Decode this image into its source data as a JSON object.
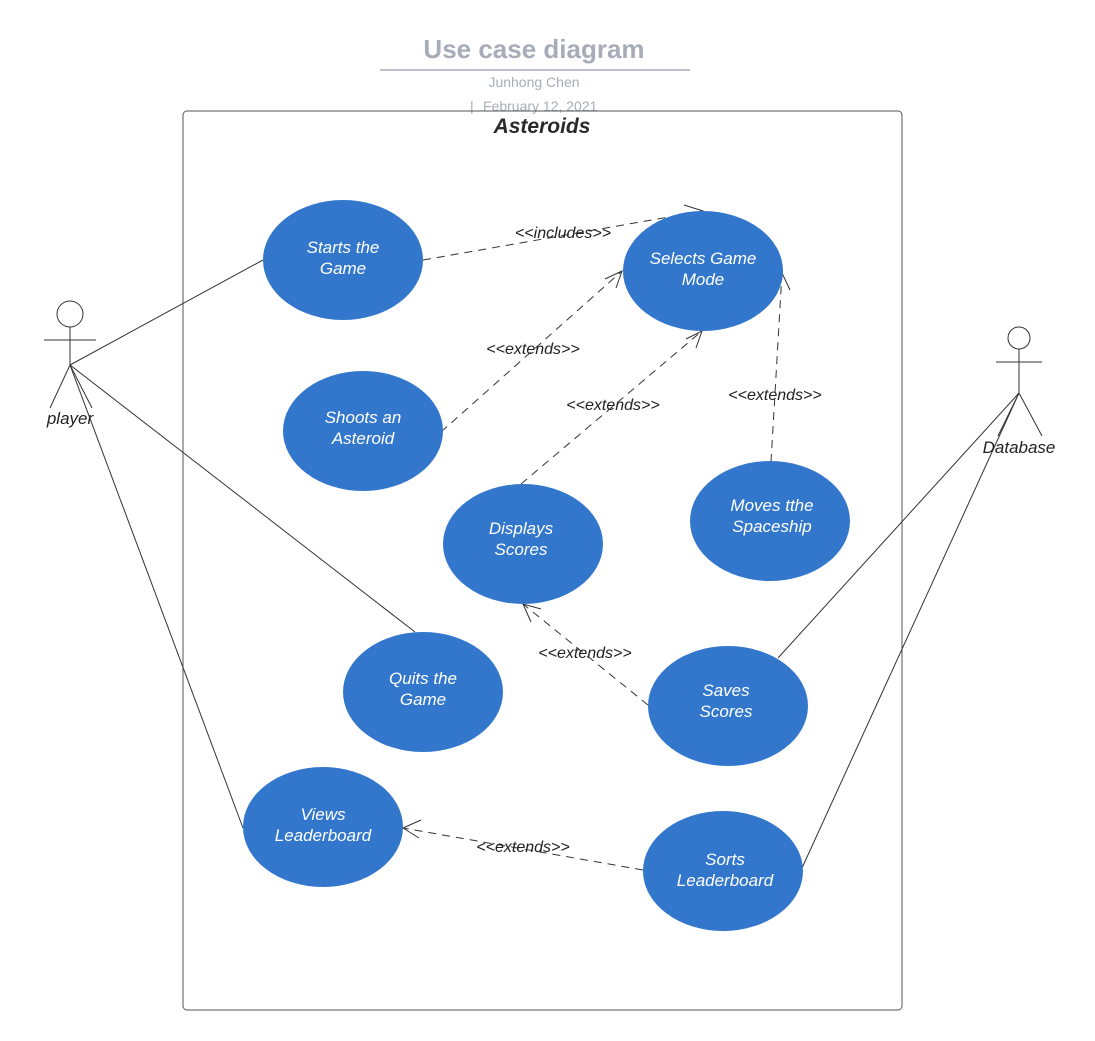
{
  "header": {
    "title": "Use case diagram",
    "author": "Junhong Chen",
    "date": "February 12, 2021",
    "date_prefix": "|"
  },
  "system": {
    "name": "Asteroids"
  },
  "actors": [
    {
      "id": "player",
      "label": "player"
    },
    {
      "id": "database",
      "label": "Database"
    }
  ],
  "use_cases": [
    {
      "id": "starts",
      "lines": [
        "Starts the",
        "Game"
      ]
    },
    {
      "id": "selects",
      "lines": [
        "Selects Game",
        "Mode"
      ]
    },
    {
      "id": "shoots",
      "lines": [
        "Shoots  an",
        "Asteroid"
      ]
    },
    {
      "id": "displays",
      "lines": [
        "Displays",
        "Scores"
      ]
    },
    {
      "id": "moves",
      "lines": [
        "Moves tthe",
        "Spaceship"
      ]
    },
    {
      "id": "quits",
      "lines": [
        "Quits the",
        "Game"
      ]
    },
    {
      "id": "saves",
      "lines": [
        "Saves",
        "Scores"
      ]
    },
    {
      "id": "views",
      "lines": [
        "Views",
        "Leaderboard"
      ]
    },
    {
      "id": "sorts",
      "lines": [
        "Sorts",
        "Leaderboard"
      ]
    }
  ],
  "relationships": [
    {
      "from": "starts",
      "to": "selects",
      "label": "<<includes>>"
    },
    {
      "from": "shoots",
      "to": "selects",
      "label": "<<extends>>"
    },
    {
      "from": "displays",
      "to": "selects",
      "label": "<<extends>>"
    },
    {
      "from": "moves",
      "to": "selects",
      "label": "<<extends>>"
    },
    {
      "from": "saves",
      "to": "displays",
      "label": "<<extends>>"
    },
    {
      "from": "sorts",
      "to": "views",
      "label": "<<extends>>"
    }
  ],
  "associations": [
    {
      "actor": "player",
      "use_case": "starts"
    },
    {
      "actor": "player",
      "use_case": "quits"
    },
    {
      "actor": "player",
      "use_case": "views"
    },
    {
      "actor": "database",
      "use_case": "saves"
    },
    {
      "actor": "database",
      "use_case": "sorts"
    }
  ],
  "colors": {
    "use_case_fill": "#3377cc",
    "title": "#a7adb8",
    "line": "#333333"
  }
}
